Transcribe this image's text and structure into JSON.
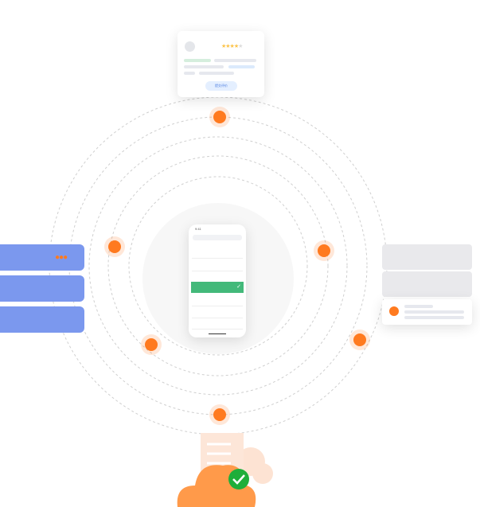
{
  "review_card": {
    "rating": 4,
    "max_rating": 5,
    "button_label": "提交评价"
  },
  "phone": {
    "time": "9:41",
    "selected_row": 3
  },
  "colors": {
    "accent": "#ff7a1f",
    "blue": "#7b98ee",
    "green": "#43b97a"
  }
}
